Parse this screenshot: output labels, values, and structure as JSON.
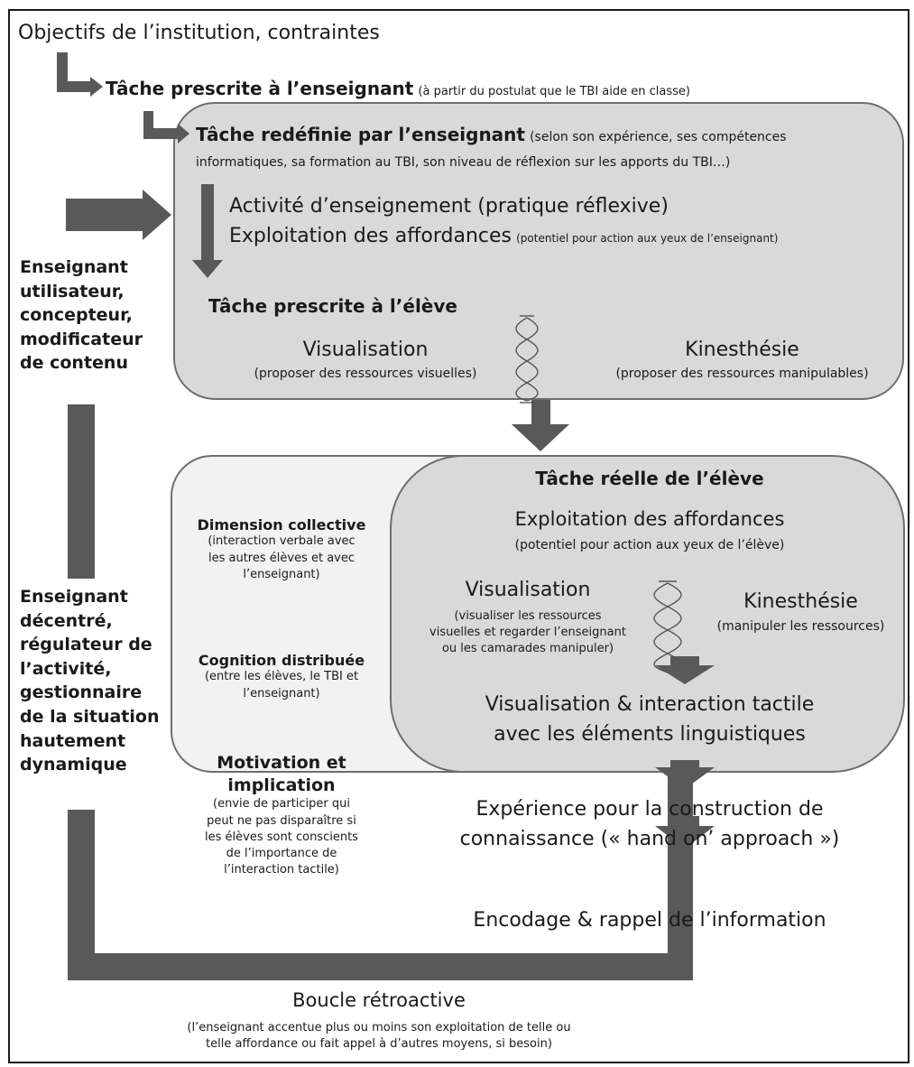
{
  "institution": "Objectifs de l’institution, contraintes",
  "prescribed_teacher": {
    "title": "Tâche prescrite à l’enseignant",
    "note": "(à partir du postulat que le TBI aide en classe)"
  },
  "redefined": {
    "title": "Tâche redéfinie par l’enseignant",
    "note1": "(selon son expérience, ses compétences",
    "note2": "informatiques, sa formation au TBI, son niveau de réflexion sur les apports du TBI…)"
  },
  "teaching_activity": "Activité d’enseignement (pratique réflexive)",
  "affordances_teacher": {
    "title": "Exploitation des affordances",
    "note": "(potentiel pour action aux yeux de l’enseignant)"
  },
  "prescribed_student": {
    "title": "Tâche prescrite à l’élève",
    "visual_title": "Visualisation",
    "visual_note": "(proposer des ressources visuelles)",
    "kines_title": "Kinesthésie",
    "kines_note": "(proposer des ressources manipulables)"
  },
  "teacher_role_1": [
    "Enseignant",
    "utilisateur,",
    "concepteur,",
    "modificateur",
    "de contenu"
  ],
  "teacher_role_2": [
    "Enseignant",
    "décentré,",
    "régulateur de",
    "l’activité,",
    "gestionnaire",
    "de la situation",
    "hautement",
    "dynamique"
  ],
  "collective": {
    "title": "Dimension collective",
    "lines": [
      "(interaction verbale avec",
      "les autres élèves et avec",
      "l’enseignant)"
    ]
  },
  "distributed": {
    "title": "Cognition distribuée",
    "lines": [
      "(entre les élèves, le TBI et",
      "l’enseignant)"
    ]
  },
  "motivation": {
    "title": [
      "Motivation et",
      "implication"
    ],
    "lines": [
      "(envie de participer qui",
      "peut ne pas disparaître si",
      "les élèves sont conscients",
      "de l’importance de",
      "l’interaction tactile)"
    ]
  },
  "real_task": {
    "title": "Tâche réelle de l’élève",
    "aff_title": "Exploitation des affordances",
    "aff_note": "(potentiel pour action aux yeux de l’élève)",
    "visual_title": "Visualisation",
    "visual_lines": [
      "(visualiser les ressources",
      "visuelles et regarder l’enseignant",
      "ou les camarades manipuler)"
    ],
    "kines_title": "Kinesthésie",
    "kines_note": "(manipuler les ressources)",
    "step1": [
      "Visualisation & interaction tactile",
      "avec les éléments linguistiques"
    ],
    "step2": [
      "Expérience pour la construction de",
      "connaissance (« hand on’ approach »)"
    ],
    "step3": "Encodage & rappel de l’information"
  },
  "feedback": {
    "title": "Boucle rétroactive",
    "lines": [
      "(l’enseignant accentue plus ou moins son exploitation de telle ou",
      "telle affordance ou fait appel à d’autres moyens, si besoin)"
    ]
  },
  "colors": {
    "arrow": "#595959",
    "box_upper": "#d9d9d9",
    "box_lower_left": "#f2f2f2",
    "box_lower_right": "#d9d9d9",
    "border": "#6e6e6e"
  }
}
